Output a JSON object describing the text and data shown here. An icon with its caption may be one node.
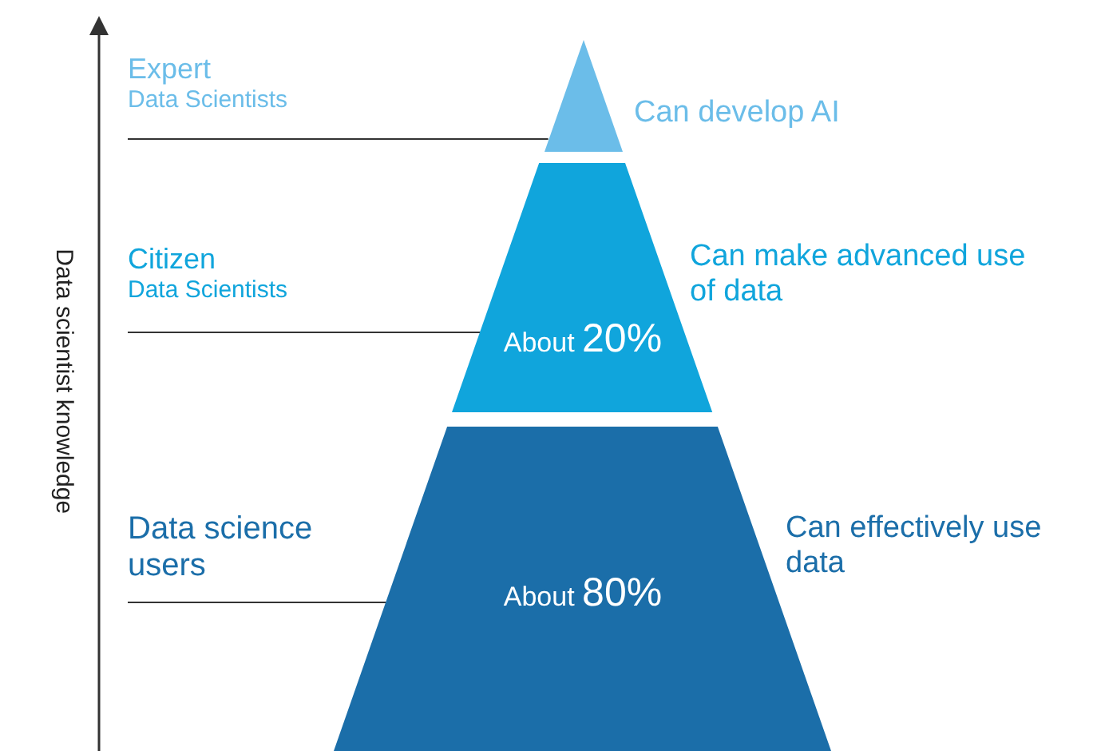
{
  "diagram": {
    "nodes": [
      {
        "text": [
          "Expert",
          "Data Scientists"
        ]
      },
      {
        "text": [],
        "shape": "triangle",
        "beside": [
          "Can develop AI"
        ]
      },
      {
        "text": [
          "Citizen",
          "Data Scientists"
        ]
      },
      {
        "text": [
          "About 20%"
        ],
        "beside": [
          "Can make advanced use of data"
        ]
      },
      {
        "text": [
          "Data science users"
        ]
      },
      {
        "text": [
          "About 80%"
        ],
        "beside": [
          "Can effectively use data"
        ]
      }
    ],
    "edges": [
      {
        "from": 0,
        "to": 1,
        "arrow": "none"
      },
      {
        "from": 2,
        "to": 3,
        "arrow": "none"
      },
      {
        "from": 4,
        "to": 5,
        "arrow": "none"
      }
    ],
    "labels": [
      "Data scientist knowledge"
    ]
  }
}
